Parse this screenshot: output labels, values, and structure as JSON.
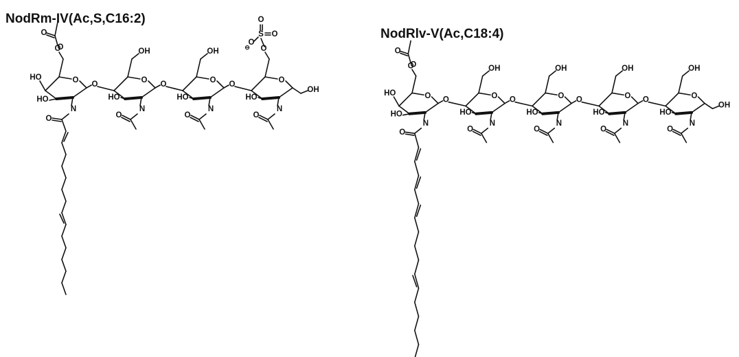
{
  "figure": {
    "molecules": [
      {
        "title": "NodRm-IV(Ac,S,C16:2)",
        "rings": [
          {
            "ring_oxygen": "O",
            "hydroxyls": [
              "HO",
              "HO"
            ],
            "ch2_substituent": "O",
            "amide": "N",
            "carbonyl": "O"
          },
          {
            "ring_oxygen": "O",
            "hydroxyls": [
              "HO"
            ],
            "ch2_substituent": "OH",
            "amide": "N",
            "carbonyl": "O"
          },
          {
            "ring_oxygen": "O",
            "hydroxyls": [
              "HO"
            ],
            "ch2_substituent": "OH",
            "amide": "N",
            "carbonyl": "O"
          },
          {
            "ring_oxygen": "O",
            "hydroxyls": [
              "HO"
            ],
            "ch2_substituent": "O",
            "amide": "N",
            "carbonyl": "O"
          }
        ],
        "glycosidic_oxygen": "O",
        "reducing_end": "OH",
        "acetyl_oxygens": [
          "O",
          "O"
        ],
        "sulfate": {
          "sulfur": "S",
          "oxygen_top": "O",
          "oxygen_side": "O",
          "charge": "⊖",
          "charge_oxygen": "O"
        },
        "acyl_chain": {
          "carbonyl_oxygen": "O",
          "length": 16,
          "double_bonds": [
            2,
            9
          ]
        }
      },
      {
        "title": "NodRlv-V(Ac,C18:4)",
        "rings": [
          {
            "ring_oxygen": "O",
            "hydroxyls": [
              "HO",
              "HO"
            ],
            "ch2_substituent": "O",
            "amide": "N",
            "carbonyl": "O"
          },
          {
            "ring_oxygen": "O",
            "hydroxyls": [
              "HO"
            ],
            "ch2_substituent": "OH",
            "amide": "N",
            "carbonyl": "O"
          },
          {
            "ring_oxygen": "O",
            "hydroxyls": [
              "HO"
            ],
            "ch2_substituent": "OH",
            "amide": "N",
            "carbonyl": "O"
          },
          {
            "ring_oxygen": "O",
            "hydroxyls": [
              "HO"
            ],
            "ch2_substituent": "OH",
            "amide": "N",
            "carbonyl": "O"
          },
          {
            "ring_oxygen": "O",
            "hydroxyls": [
              "HO"
            ],
            "ch2_substituent": "OH",
            "amide": "N",
            "carbonyl": "O"
          }
        ],
        "glycosidic_oxygen": "O",
        "reducing_end": "OH",
        "acetyl_oxygens": [
          "O",
          "O"
        ],
        "acyl_chain": {
          "carbonyl_oxygen": "O",
          "length": 18,
          "double_bonds": [
            2,
            4,
            6,
            11
          ]
        }
      }
    ]
  }
}
